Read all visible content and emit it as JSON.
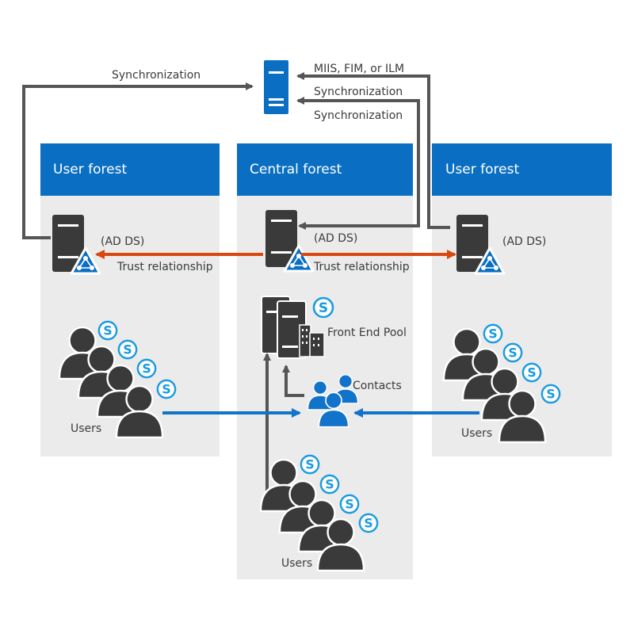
{
  "forests": {
    "left": {
      "title": "User forest",
      "ad_label": "(AD DS)",
      "users_label": "Users"
    },
    "center": {
      "title": "Central forest",
      "ad_label": "(AD DS)",
      "users_label": "Users",
      "front_end_label": "Front End Pool",
      "contacts_label": "Contacts"
    },
    "right": {
      "title": "User forest",
      "ad_label": "(AD DS)",
      "users_label": "Users"
    }
  },
  "sync_server": {
    "label_top": "MIIS, FIM, or ILM",
    "label_sync_right_1": "Synchronization",
    "label_sync_right_2": "Synchronization",
    "label_sync_left": "Synchronization"
  },
  "trust": {
    "left_label": "Trust relationship",
    "right_label": "Trust relationship"
  },
  "colors": {
    "panel_bg": "#ebebeb",
    "header_blue": "#0a6fc2",
    "server_dark": "#3a3a3a",
    "trust_orange": "#d9480f",
    "contacts_blue": "#1173c9",
    "gray_line": "#555555",
    "skype_blue": "#1a9be0"
  }
}
